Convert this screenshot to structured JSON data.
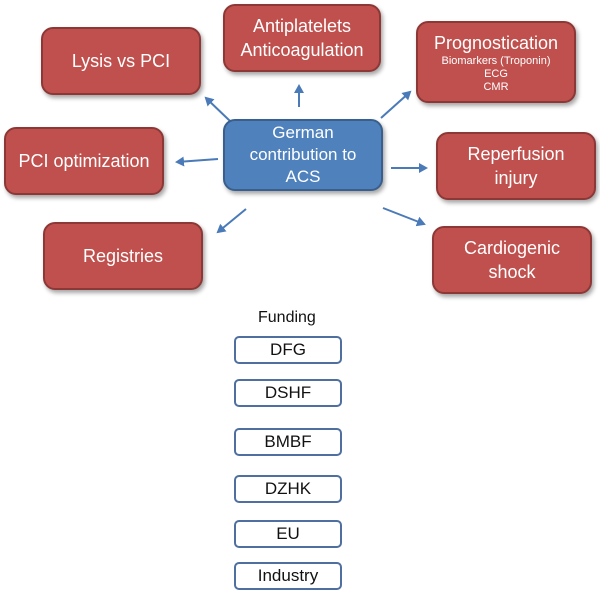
{
  "center": {
    "line1": "German",
    "line2": "contribution to",
    "line3": "ACS"
  },
  "nodes": {
    "lysis": "Lysis vs PCI",
    "antiplatelet_1": "Antiplatelets",
    "antiplatelet_2": "Anticoagulation",
    "prognostication": {
      "title": "Prognostication",
      "items": [
        "Biomarkers (Troponin)",
        "ECG",
        "CMR"
      ]
    },
    "pci_optimization": "PCI optimization",
    "reperfusion_1": "Reperfusion",
    "reperfusion_2": "injury",
    "registries": "Registries",
    "cardiogenic_1": "Cardiogenic",
    "cardiogenic_2": "shock"
  },
  "funding": {
    "title": "Funding",
    "items": [
      "DFG",
      "DSHF",
      "BMBF",
      "DZHK",
      "EU",
      "Industry"
    ]
  },
  "colors": {
    "red": "#c0504d",
    "blue": "#4f81bd",
    "arrow": "#4a7ab8"
  }
}
